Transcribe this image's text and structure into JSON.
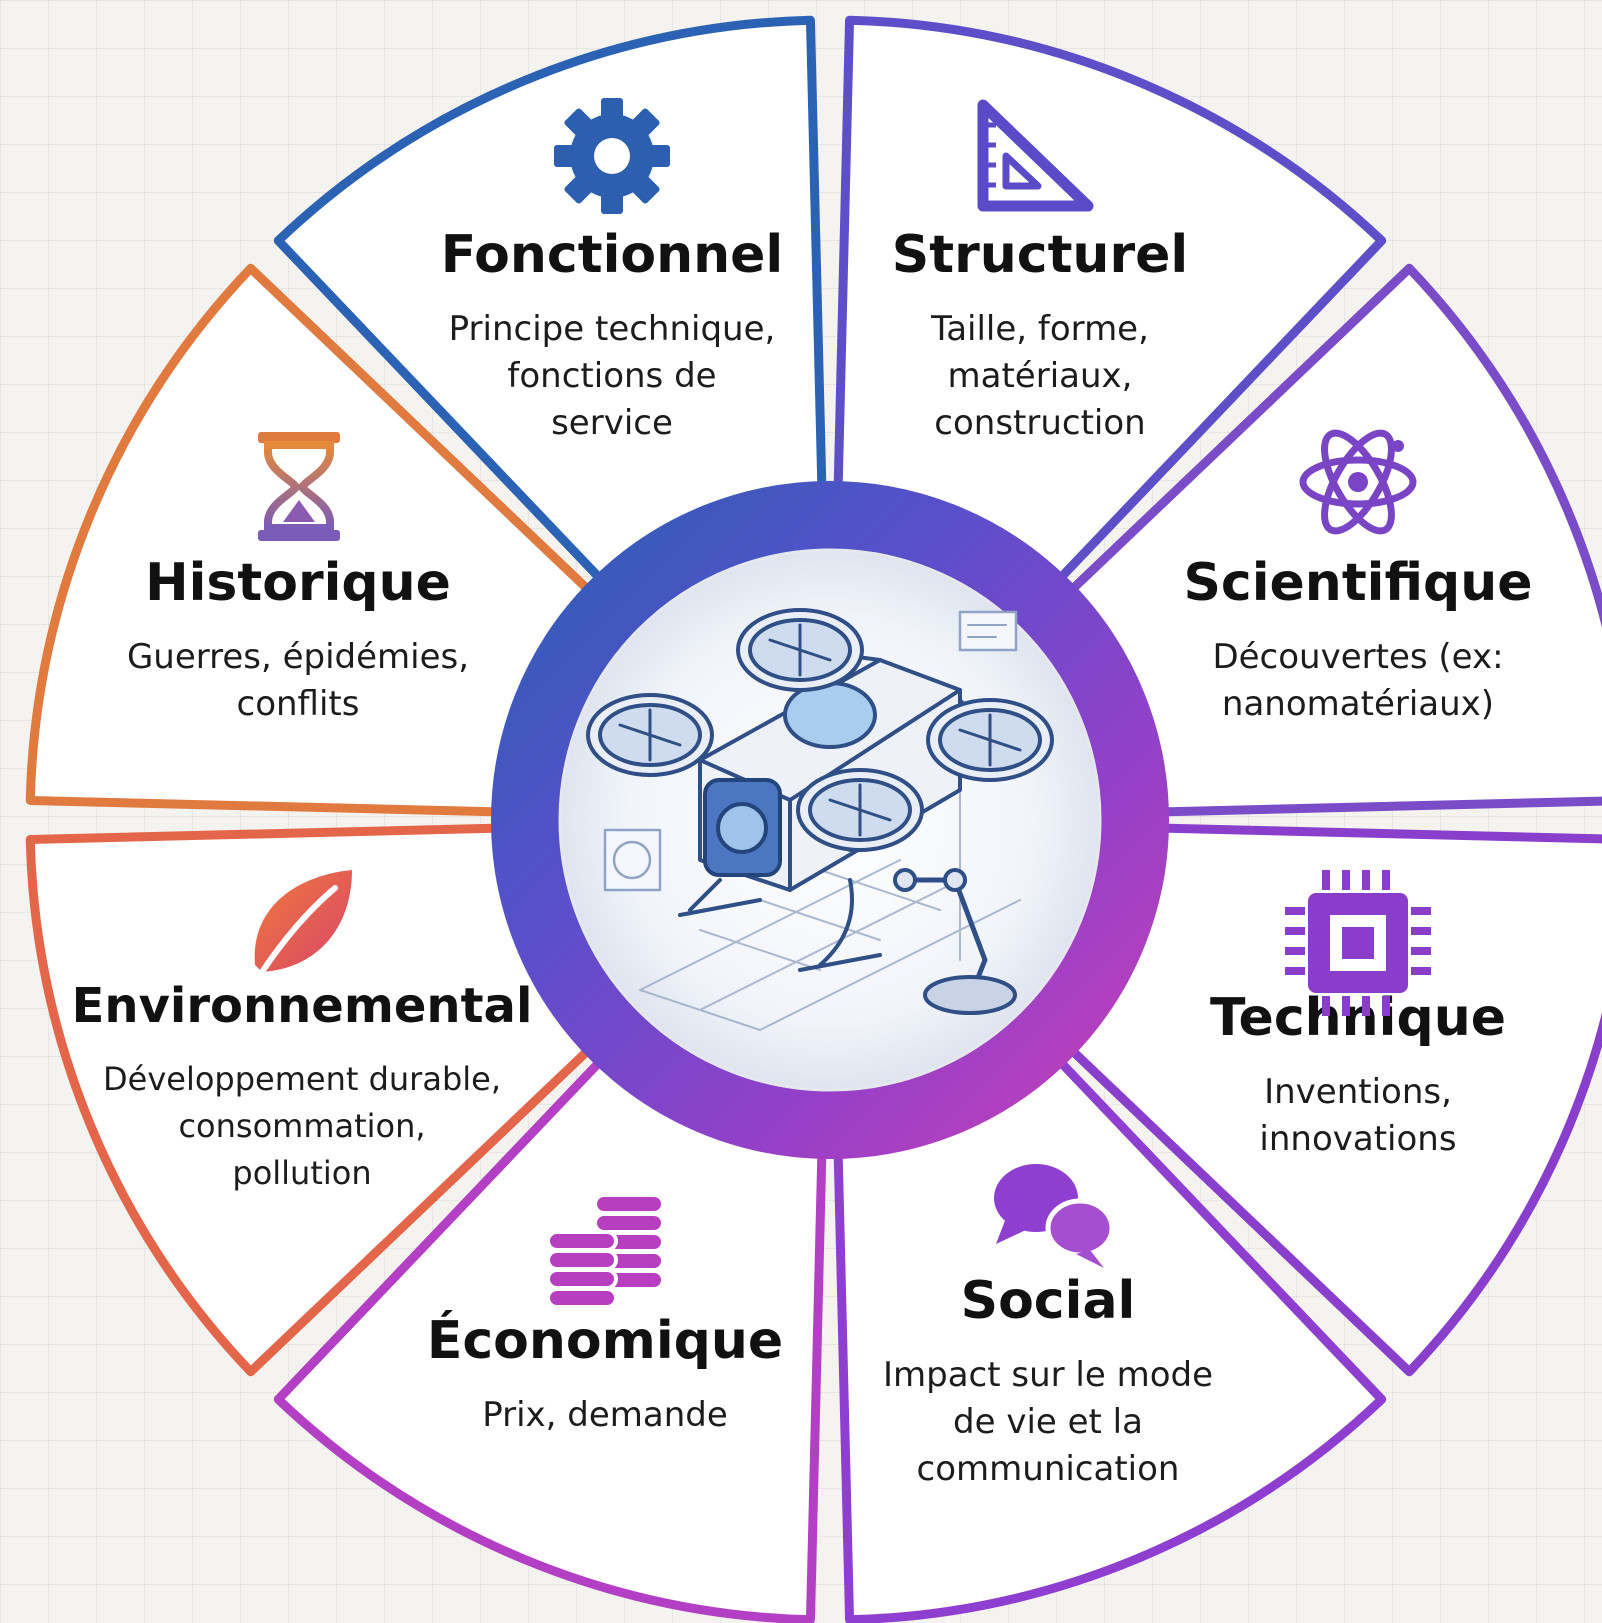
{
  "diagram": {
    "segments": [
      {
        "id": "fonctionnel",
        "title": "Fonctionnel",
        "lines": [
          "Principe technique,",
          "fonctions de",
          "service"
        ],
        "icon": "gear-icon",
        "color": "#2b62b4"
      },
      {
        "id": "structurel",
        "title": "Structurel",
        "lines": [
          "Taille, forme,",
          "matériaux,",
          "construction"
        ],
        "icon": "set-square-icon",
        "color": "#5e4fc9"
      },
      {
        "id": "scientifique",
        "title": "Scientifique",
        "lines": [
          "Découvertes (ex:",
          "nanomatériaux)"
        ],
        "icon": "atom-icon",
        "color": "#7a4cc8"
      },
      {
        "id": "technique",
        "title": "Technique",
        "lines": [
          "Inventions,",
          "innovations"
        ],
        "icon": "chip-icon",
        "color": "#8a3fcc"
      },
      {
        "id": "social",
        "title": "Social",
        "lines": [
          "Impact sur le mode",
          "de vie et la",
          "communication"
        ],
        "icon": "speech-bubbles-icon",
        "color": "#8f3fcf"
      },
      {
        "id": "economique",
        "title": "Économique",
        "lines": [
          "Prix, demande"
        ],
        "icon": "coins-icon",
        "color": "#b23fc4"
      },
      {
        "id": "environnemental",
        "title": "Environnemental",
        "lines": [
          "Développement durable,",
          "consommation,",
          "pollution"
        ],
        "icon": "leaf-icon",
        "color": "#e4664a"
      },
      {
        "id": "historique",
        "title": "Historique",
        "lines": [
          "Guerres, épidémies,",
          "conflits"
        ],
        "icon": "hourglass-icon",
        "color": "#e07a3e"
      }
    ],
    "center_illustration": "drone-icon"
  }
}
